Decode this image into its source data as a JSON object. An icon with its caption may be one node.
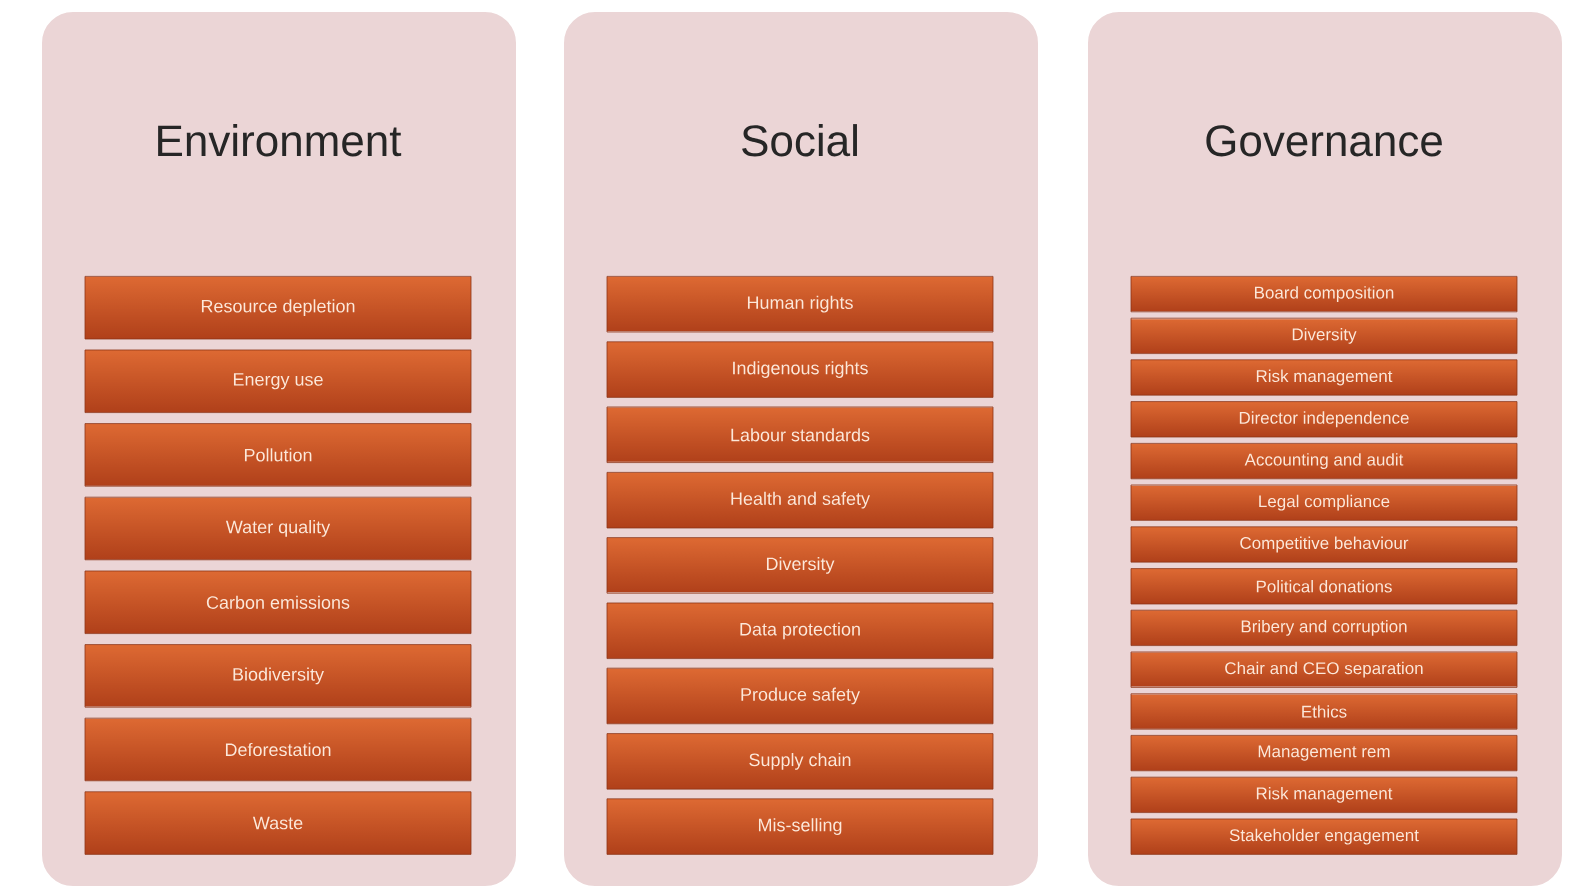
{
  "diagram": {
    "nodes": [
      {
        "text": [
          "Environment"
        ]
      },
      {
        "text": [
          "Resource depletion"
        ],
        "in": 0
      },
      {
        "text": [
          "Energy use"
        ],
        "in": 0
      },
      {
        "text": [
          "Pollution"
        ],
        "in": 0
      },
      {
        "text": [
          "Water quality"
        ],
        "in": 0
      },
      {
        "text": [
          "Carbon emissions"
        ],
        "in": 0
      },
      {
        "text": [
          "Biodiversity"
        ],
        "in": 0
      },
      {
        "text": [
          "Deforestation"
        ],
        "in": 0
      },
      {
        "text": [
          "Waste"
        ],
        "in": 0
      },
      {
        "text": [
          "Social"
        ]
      },
      {
        "text": [
          "Human rights"
        ],
        "in": 9
      },
      {
        "text": [
          "Indigenous rights"
        ],
        "in": 9
      },
      {
        "text": [
          "Labour standards"
        ],
        "in": 9
      },
      {
        "text": [
          "Health and safety"
        ],
        "in": 9
      },
      {
        "text": [
          "Diversity"
        ],
        "in": 9
      },
      {
        "text": [
          "Data protection"
        ],
        "in": 9
      },
      {
        "text": [
          "Produce safety"
        ],
        "in": 9
      },
      {
        "text": [
          "Supply chain"
        ],
        "in": 9
      },
      {
        "text": [
          "Mis-selling"
        ],
        "in": 9
      },
      {
        "text": [
          "Governance"
        ]
      },
      {
        "text": [
          "Board composition"
        ],
        "in": 19
      },
      {
        "text": [
          "Diversity"
        ],
        "in": 19
      },
      {
        "text": [
          "Risk management"
        ],
        "in": 19
      },
      {
        "text": [
          "Director independence"
        ],
        "in": 19
      },
      {
        "text": [
          "Accounting and audit"
        ],
        "in": 19
      },
      {
        "text": [
          "Legal compliance"
        ],
        "in": 19
      },
      {
        "text": [
          "Competitive behaviour"
        ],
        "in": 19
      },
      {
        "text": [
          "Political donations"
        ],
        "in": 19
      },
      {
        "text": [
          "Bribery and corruption"
        ],
        "in": 19
      },
      {
        "text": [
          "Chair and CEO separation"
        ],
        "in": 19
      },
      {
        "text": [
          "Ethics"
        ],
        "in": 19
      },
      {
        "text": [
          "Management rem"
        ],
        "in": 19
      },
      {
        "text": [
          "Risk management"
        ],
        "in": 19
      },
      {
        "text": [
          "Stakeholder engagement"
        ],
        "in": 19
      }
    ]
  }
}
